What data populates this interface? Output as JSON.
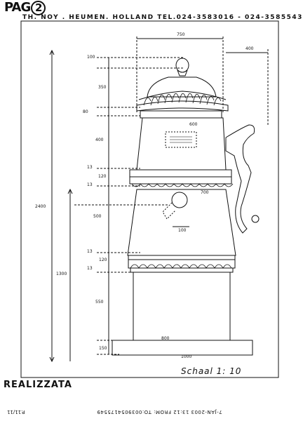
{
  "page_label": {
    "prefix": "PAG",
    "number": "2"
  },
  "header": "TH. NOY . HEUMEN. HOLLAND TEL.024-3583016 - 024-3585543",
  "dimensions": {
    "top_width": "750",
    "handle_offset": "400",
    "finial_height": "100",
    "dome_height": "350",
    "rim_height": "80",
    "upper_width": "600",
    "upper_height": "400",
    "upper_band_top": "13",
    "upper_band": "120",
    "upper_band_bottom": "13",
    "lower_width": "700",
    "body_height": "500",
    "oval_width": "100",
    "lower_band_top": "13",
    "lower_band": "120",
    "lower_band_bottom": "13",
    "base_height": "550",
    "plinth_height": "150",
    "plinth_width_top": "800",
    "plinth_width_bottom": "1000",
    "total_height": "2400",
    "lower_total": "1300"
  },
  "scale_note": "Schaal 1: 10",
  "stamp": "REALIZZATA",
  "fax_footer": "7-JAN-2003 13:12 FROM: TO:0039054175549",
  "fax_page": "P.11/11"
}
